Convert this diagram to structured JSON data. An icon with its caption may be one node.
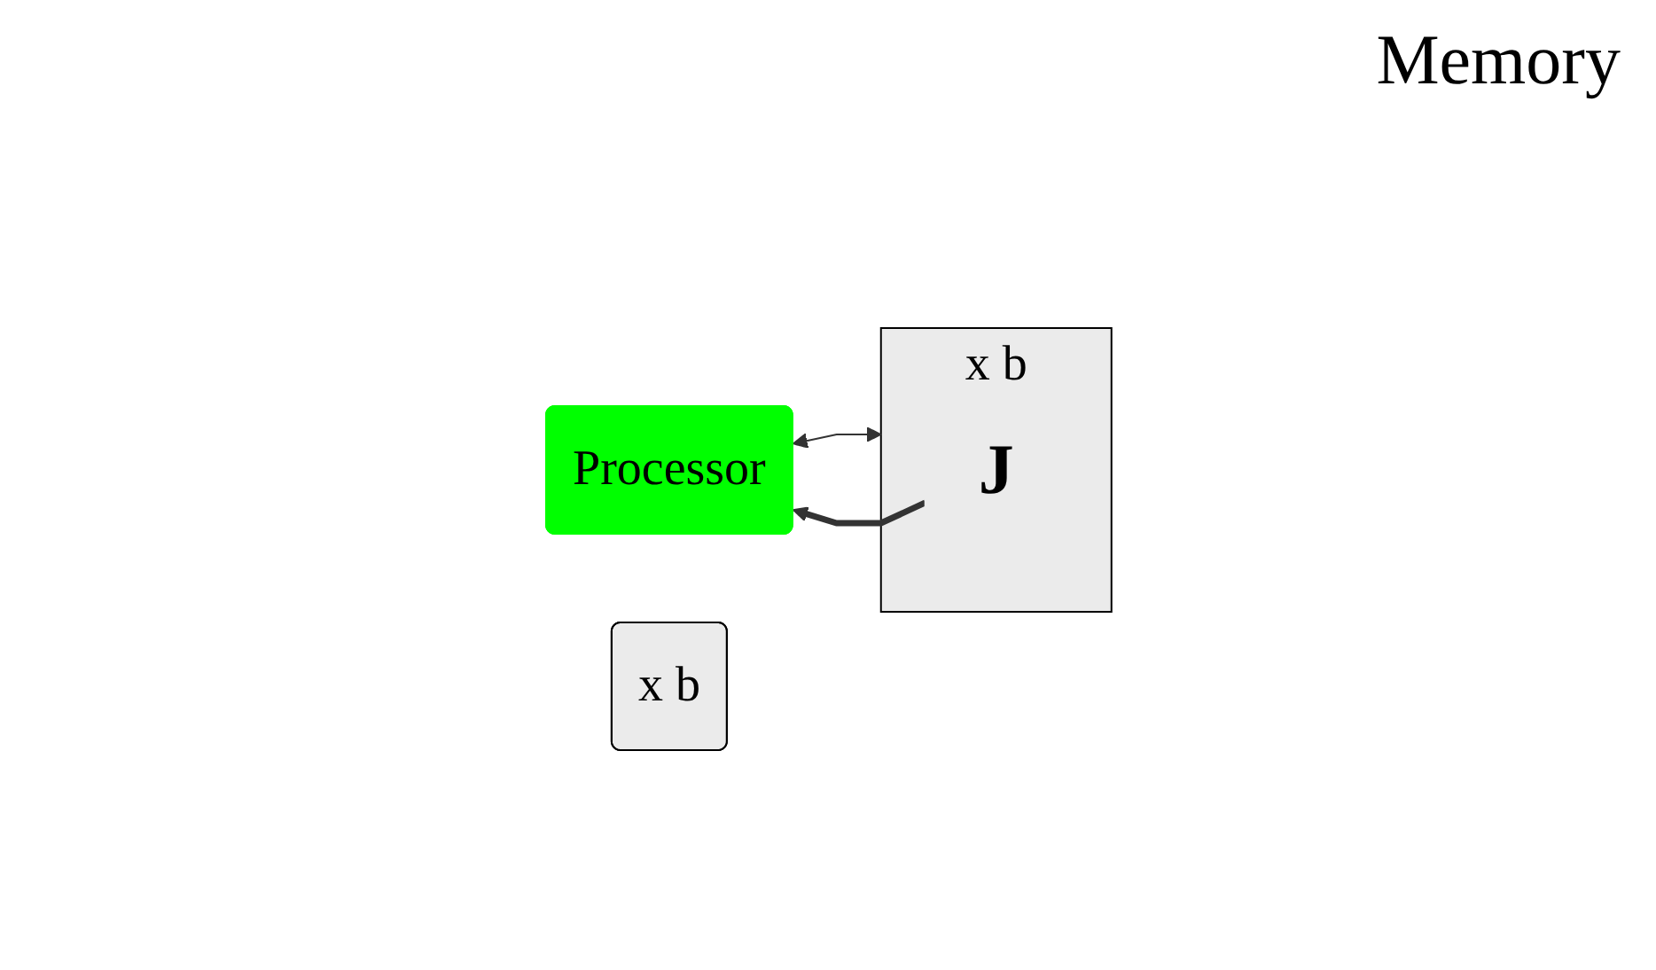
{
  "diagram": {
    "nodes": [
      {
        "text": [
          "Processor"
        ]
      },
      {
        "text": [
          "x b"
        ]
      },
      {
        "text": [
          "J"
        ],
        "in": 1
      },
      {
        "text": [
          "x b"
        ]
      }
    ],
    "edges": [
      {
        "from": 0,
        "to": 1,
        "arrow": "both"
      },
      {
        "from": 2,
        "to": 0,
        "arrow": "to",
        "style": "thick"
      }
    ],
    "labels": [
      "Memory"
    ]
  }
}
